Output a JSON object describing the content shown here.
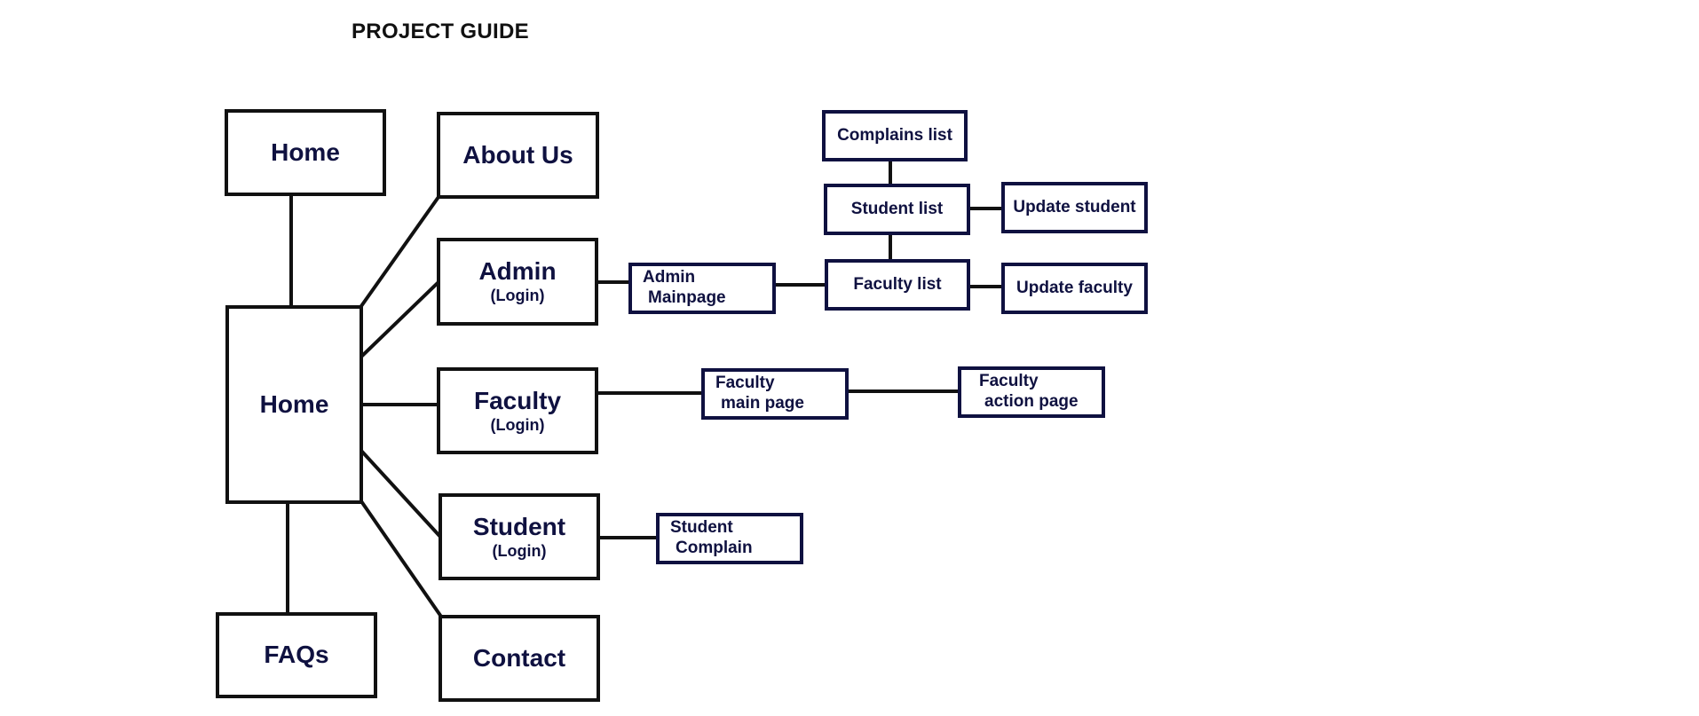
{
  "title": "PROJECT GUIDE",
  "nodes": {
    "home_top": "Home",
    "home_main": "Home",
    "about": "About Us",
    "admin": {
      "label": "Admin",
      "sub": "(Login)"
    },
    "faculty": {
      "label": "Faculty",
      "sub": "(Login)"
    },
    "student": {
      "label": "Student",
      "sub": "(Login)"
    },
    "faqs": "FAQs",
    "contact": "Contact",
    "admin_mainpage": {
      "line1": "Admin",
      "line2": "Mainpage"
    },
    "faculty_main": {
      "line1": "Faculty",
      "line2": "main page"
    },
    "faculty_action": {
      "line1": "Faculty",
      "line2": "action page"
    },
    "student_complain": {
      "line1": "Student",
      "line2": "Complain"
    },
    "complains_list": "Complains list",
    "student_list": "Student list",
    "faculty_list": "Faculty list",
    "update_student": "Update student",
    "update_faculty": "Update faculty"
  },
  "colors": {
    "node_text": "#0f1140",
    "small_border": "#0f1140",
    "big_border": "#111111",
    "connector": "#111111"
  }
}
